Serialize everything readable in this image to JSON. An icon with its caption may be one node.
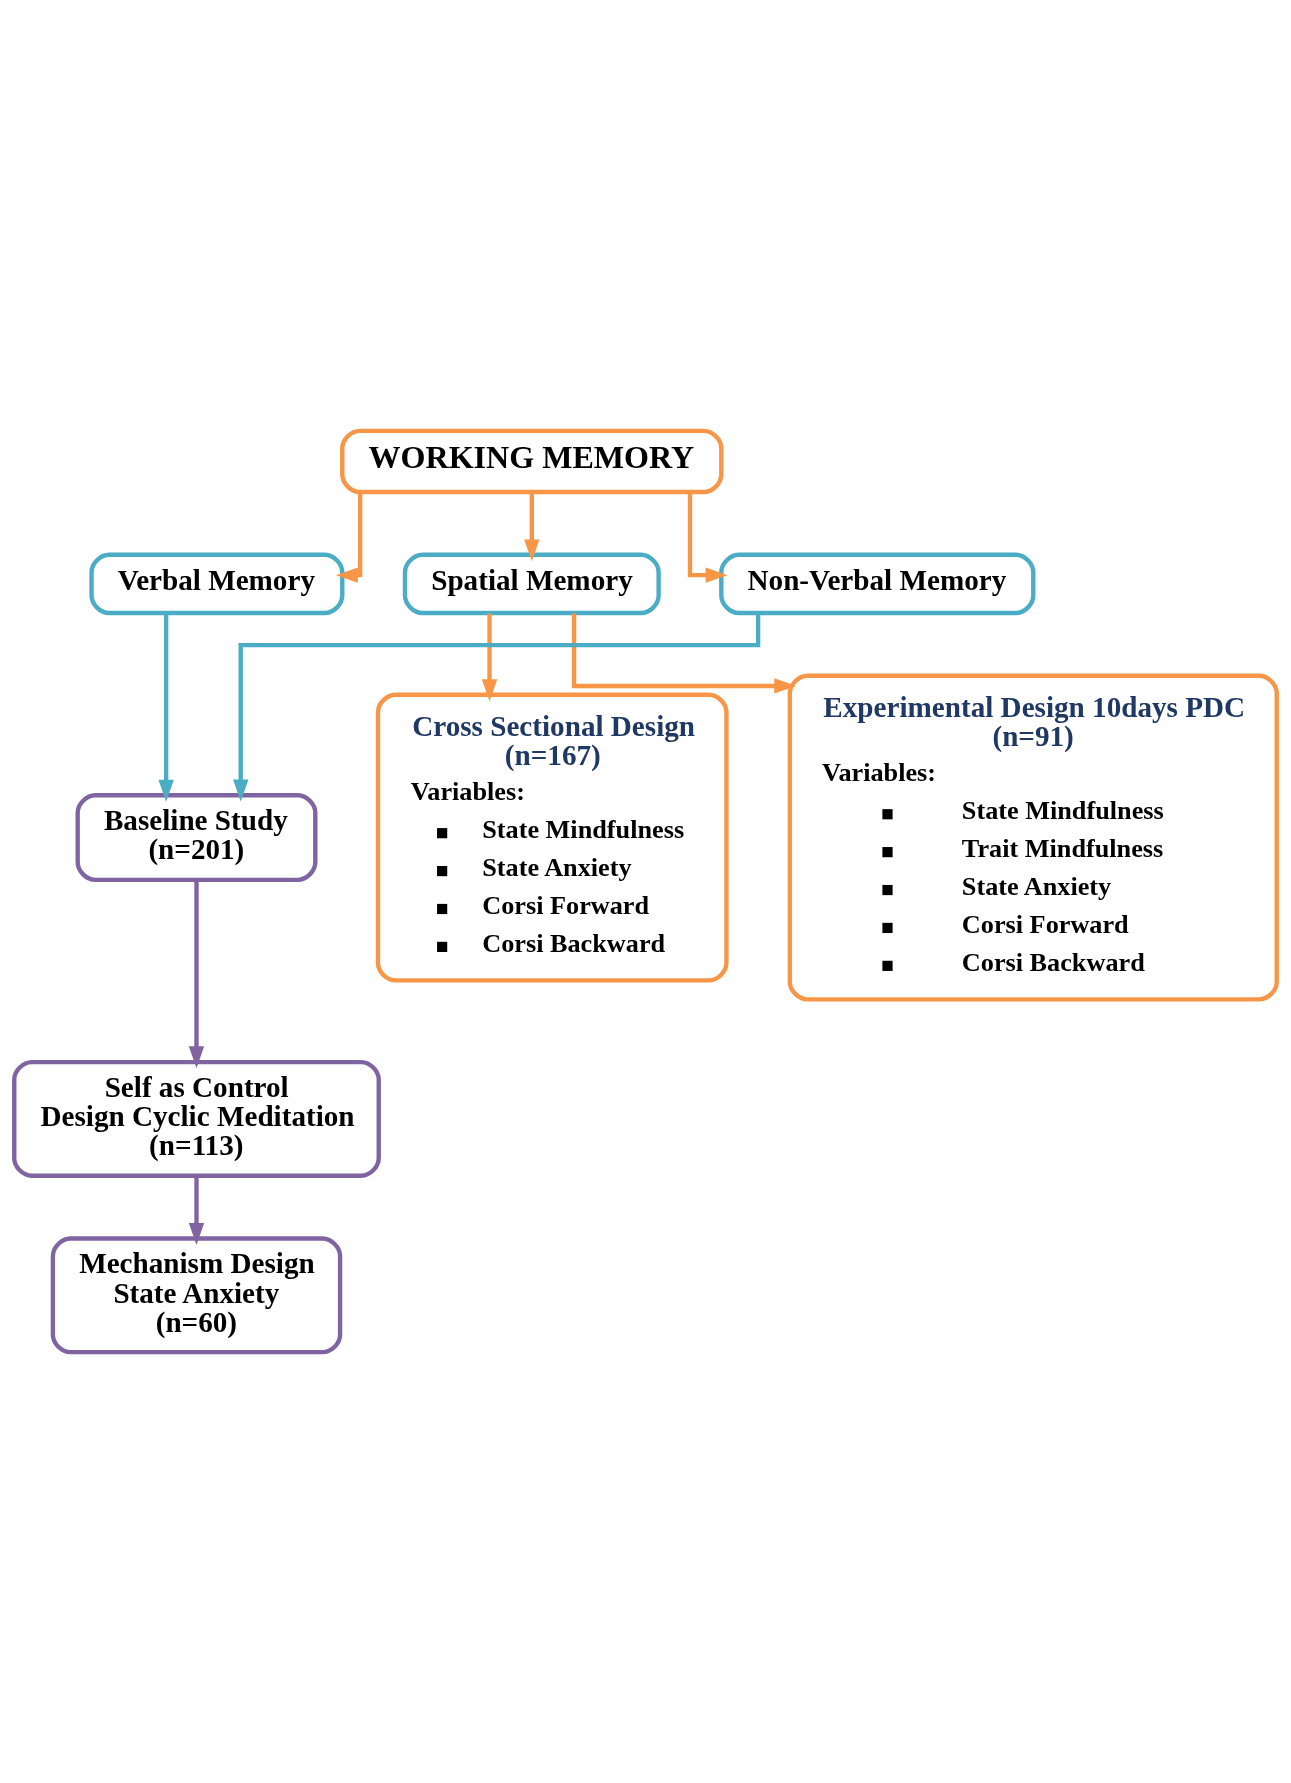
{
  "diagram": {
    "nodes": [
      {
        "text": [
          "WORKING MEMORY"
        ]
      },
      {
        "text": [
          "Verbal Memory"
        ]
      },
      {
        "text": [
          "Spatial Memory"
        ]
      },
      {
        "text": [
          "Non-Verbal Memory"
        ]
      },
      {
        "text": [
          "Cross Sectional Design (n=167)",
          "Variables:",
          "State Mindfulness",
          "State Anxiety",
          "Corsi Forward",
          "Corsi Backward"
        ]
      },
      {
        "text": [
          "Experimental Design 10days PDC (n=91)",
          "Variables:",
          "State Mindfulness",
          "Trait Mindfulness",
          "State Anxiety",
          "Corsi Forward",
          "Corsi Backward"
        ]
      },
      {
        "text": [
          "Baseline Study (n=201)"
        ]
      },
      {
        "text": [
          "Self as Control Design Cyclic Meditation (n=113)"
        ]
      },
      {
        "text": [
          "Mechanism Design State Anxiety (n=60)"
        ]
      }
    ],
    "edges": [
      {
        "from": 0,
        "to": 1,
        "arrow": "to",
        "color": "#f79646"
      },
      {
        "from": 0,
        "to": 2,
        "arrow": "to",
        "color": "#f79646"
      },
      {
        "from": 0,
        "to": 3,
        "arrow": "to",
        "color": "#f79646"
      },
      {
        "from": 2,
        "to": 4,
        "arrow": "to",
        "color": "#f79646"
      },
      {
        "from": 2,
        "to": 5,
        "arrow": "to",
        "color": "#f79646"
      },
      {
        "from": 1,
        "to": 6,
        "arrow": "to",
        "color": "#4bacc6"
      },
      {
        "from": 3,
        "to": 6,
        "arrow": "to",
        "color": "#4bacc6"
      },
      {
        "from": 6,
        "to": 7,
        "arrow": "to",
        "color": "#8064a2"
      },
      {
        "from": 7,
        "to": 8,
        "arrow": "to",
        "color": "#8064a2"
      }
    ]
  }
}
